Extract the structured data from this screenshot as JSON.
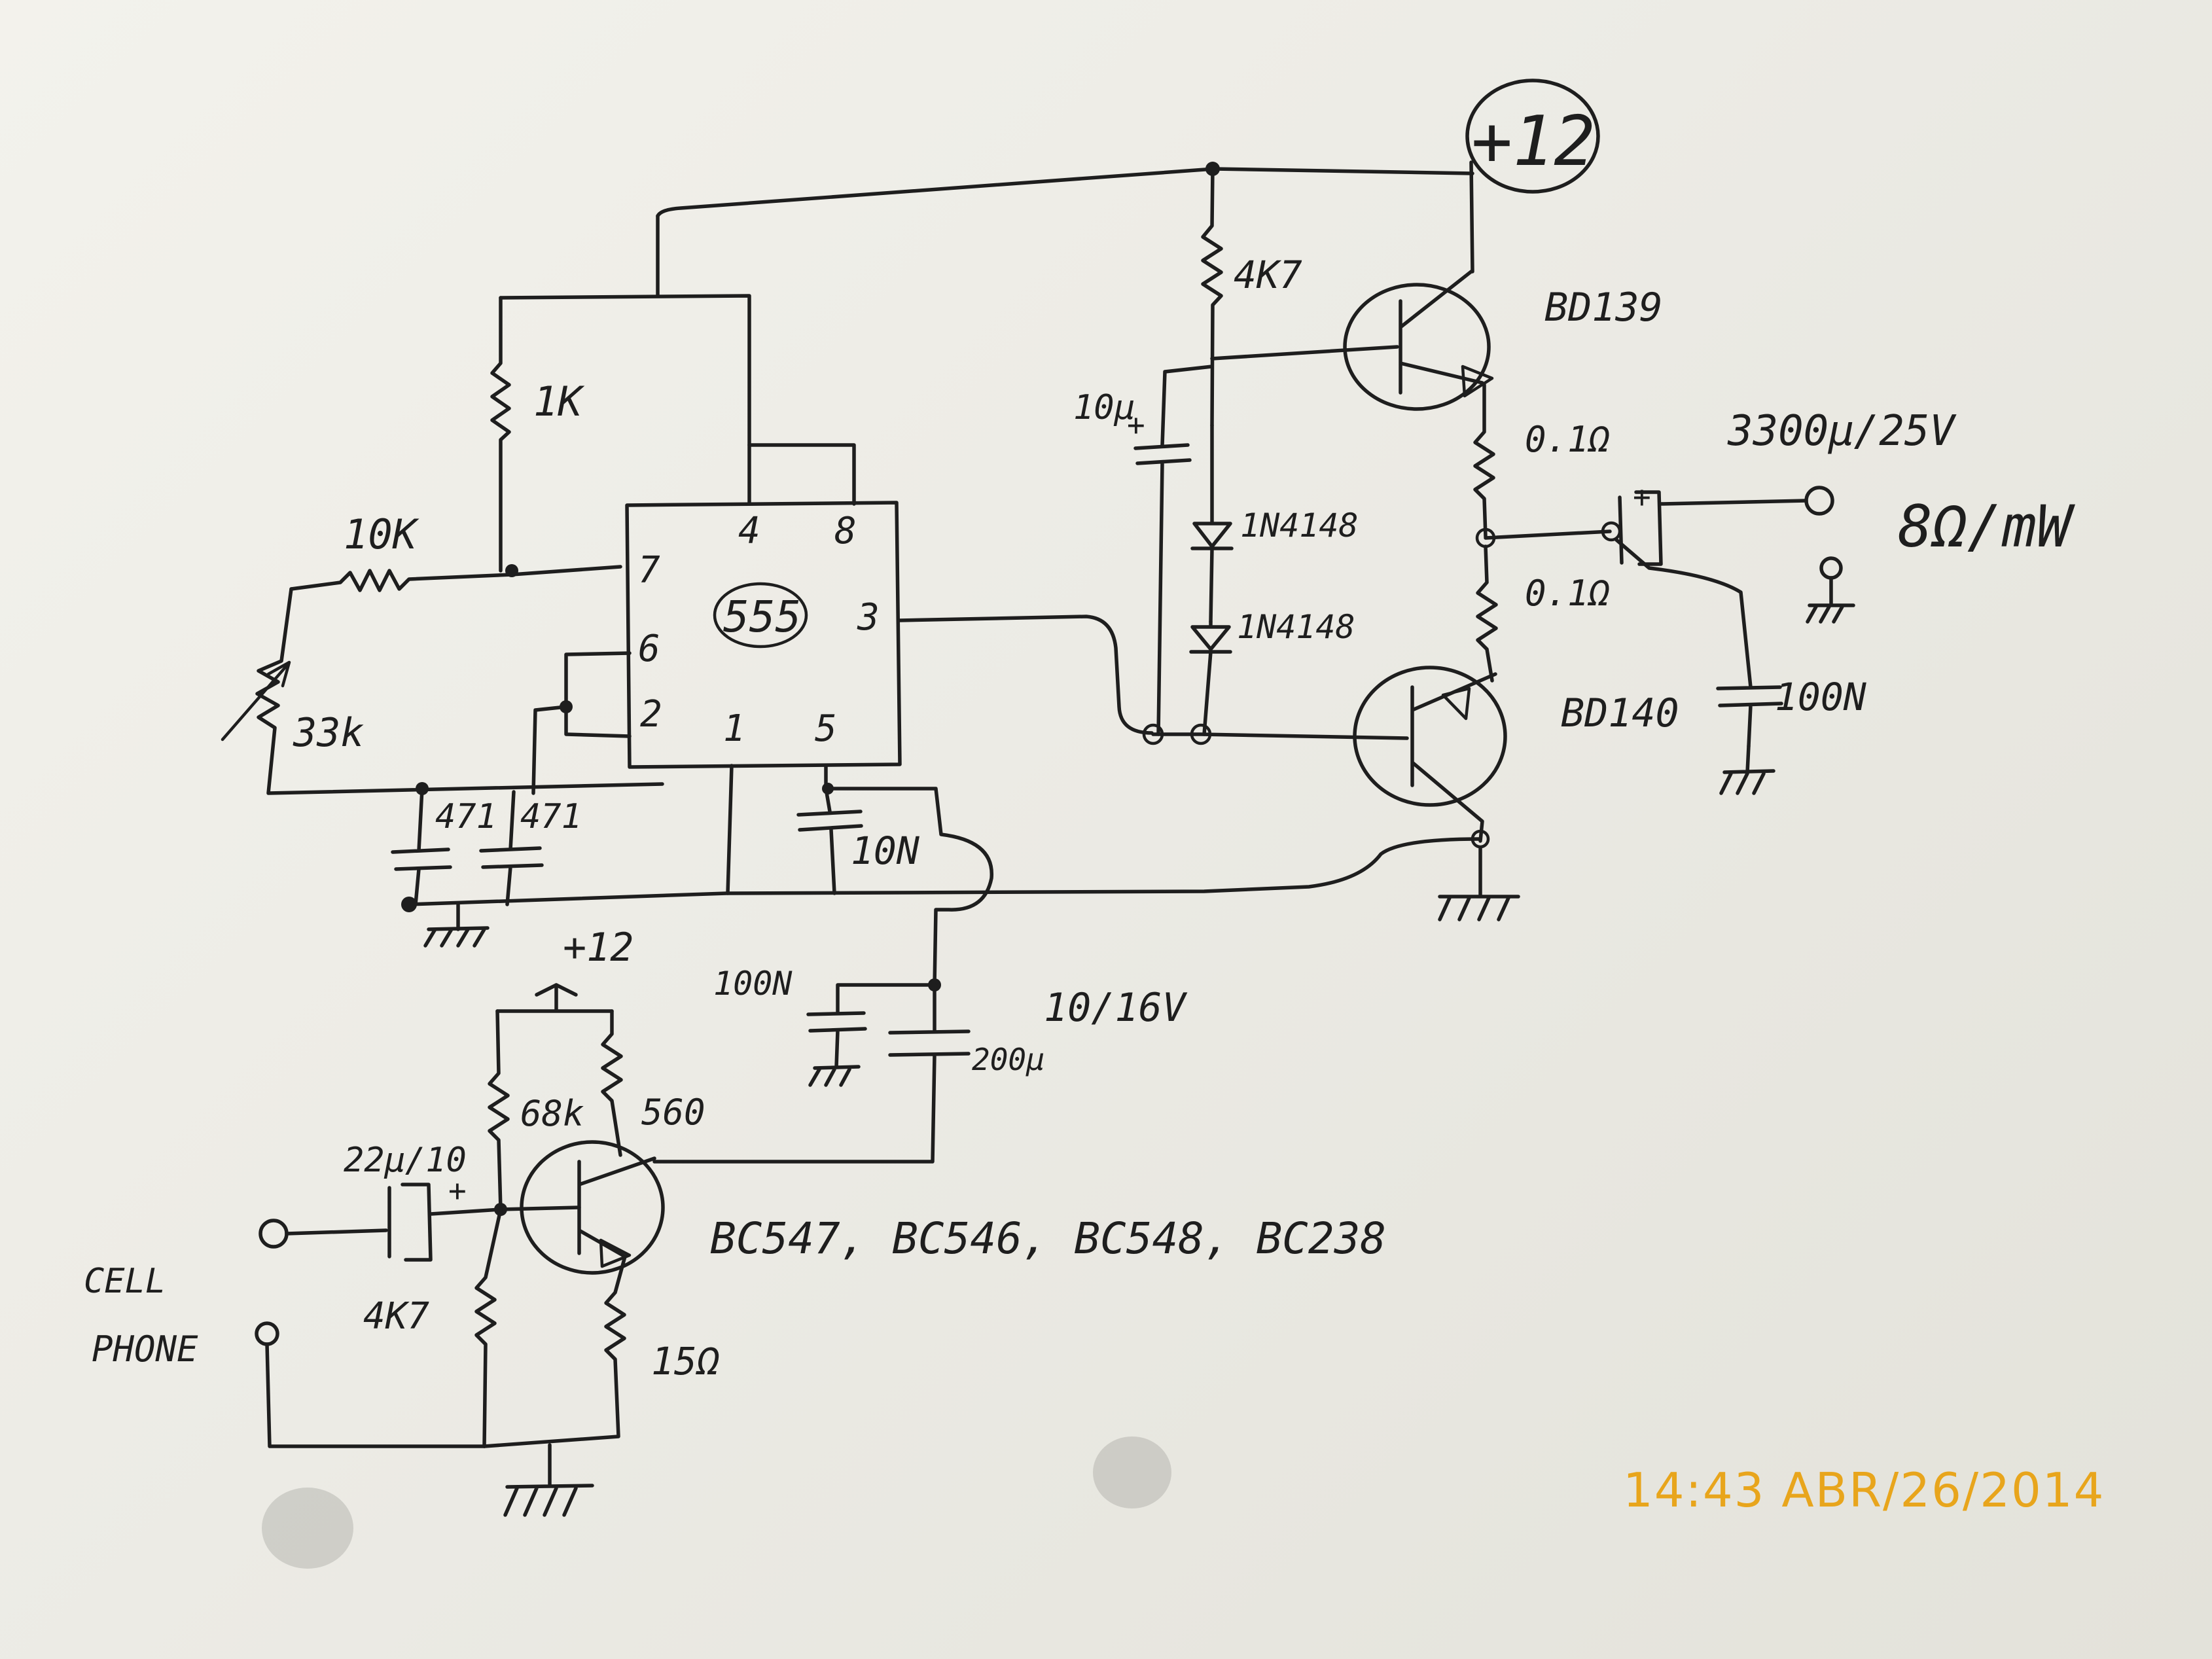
{
  "labels": {
    "supply_top": "+12",
    "supply_bottom": "+12",
    "ic": "555",
    "pin7": "7",
    "pin4": "4",
    "pin8": "8",
    "pin6": "6",
    "pin2": "2",
    "pin3": "3",
    "pin1": "1",
    "pin5": "5",
    "r_1k": "1K",
    "r_10k": "10K",
    "pot_33k": "33k",
    "c_471_a": "471",
    "c_471_b": "471",
    "c_10n": "10N",
    "r_4k7_top": "4K7",
    "c_10u": "10µ",
    "d1": "1N4148",
    "d2": "1N4148",
    "q_bd139": "BD139",
    "q_bd140": "BD140",
    "r_01_a": "0.1Ω",
    "r_01_b": "0.1Ω",
    "c_3300": "3300µ/25V",
    "speaker": "8Ω/mW",
    "c_100n_out": "100N",
    "c_100n_in": "100N",
    "c_10_16v": "10/16V",
    "c_200u": "200µ",
    "r_68k": "68k",
    "r_560": "560",
    "c_22u": "22µ/10",
    "r_4k7_bottom": "4K7",
    "r_15": "15Ω",
    "q_small": "BC547, BC546, BC548, BC238",
    "input_cell": "CELL",
    "input_phone": "PHONE",
    "timestamp": "14:43 ABR/26/2014"
  },
  "colors": {
    "ink": "#1e1e1e",
    "paper": "#f0efe9",
    "timestamp": "#e8a51c"
  }
}
